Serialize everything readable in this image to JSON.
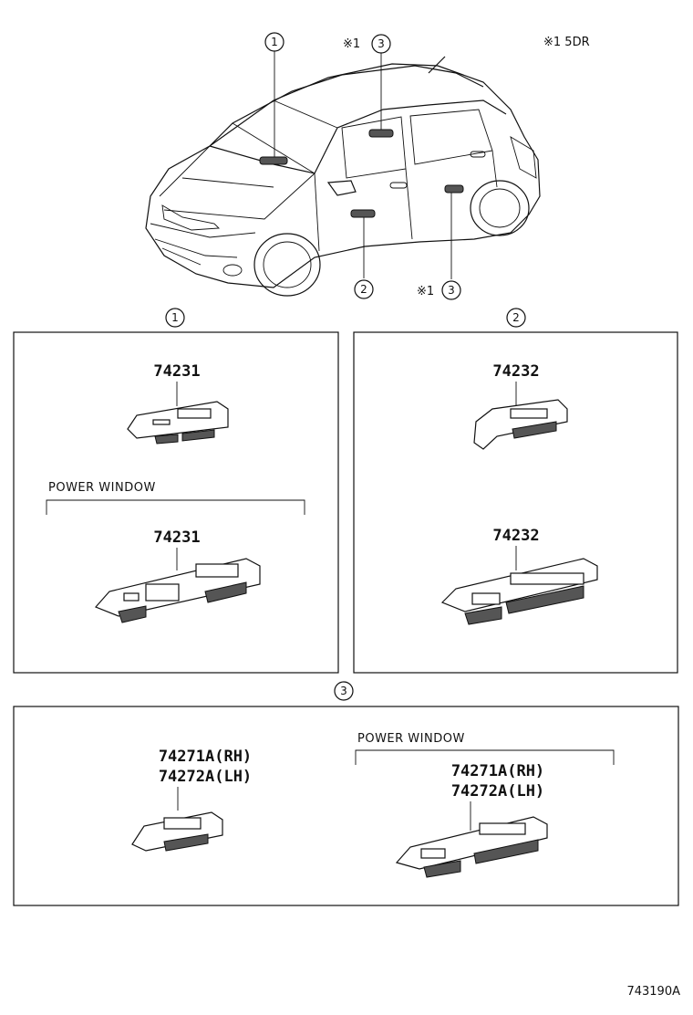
{
  "notes": {
    "top_note": "※1 5DR",
    "drawing_code": "743190A"
  },
  "car_callouts": [
    {
      "num": "1"
    },
    {
      "num": "3",
      "mark": "※1"
    },
    {
      "num": "2"
    },
    {
      "num": "3",
      "mark": "※1"
    }
  ],
  "panel1": {
    "callout": "1",
    "standard_part": "74231",
    "group_label": "POWER WINDOW",
    "power_part": "74231"
  },
  "panel2": {
    "callout": "2",
    "standard_part": "74232",
    "power_part": "74232"
  },
  "panel3": {
    "callout": "3",
    "standard_part_rh": "74271A(RH)",
    "standard_part_lh": "74272A(LH)",
    "group_label": "POWER WINDOW",
    "power_part_rh": "74271A(RH)",
    "power_part_lh": "74272A(LH)"
  }
}
